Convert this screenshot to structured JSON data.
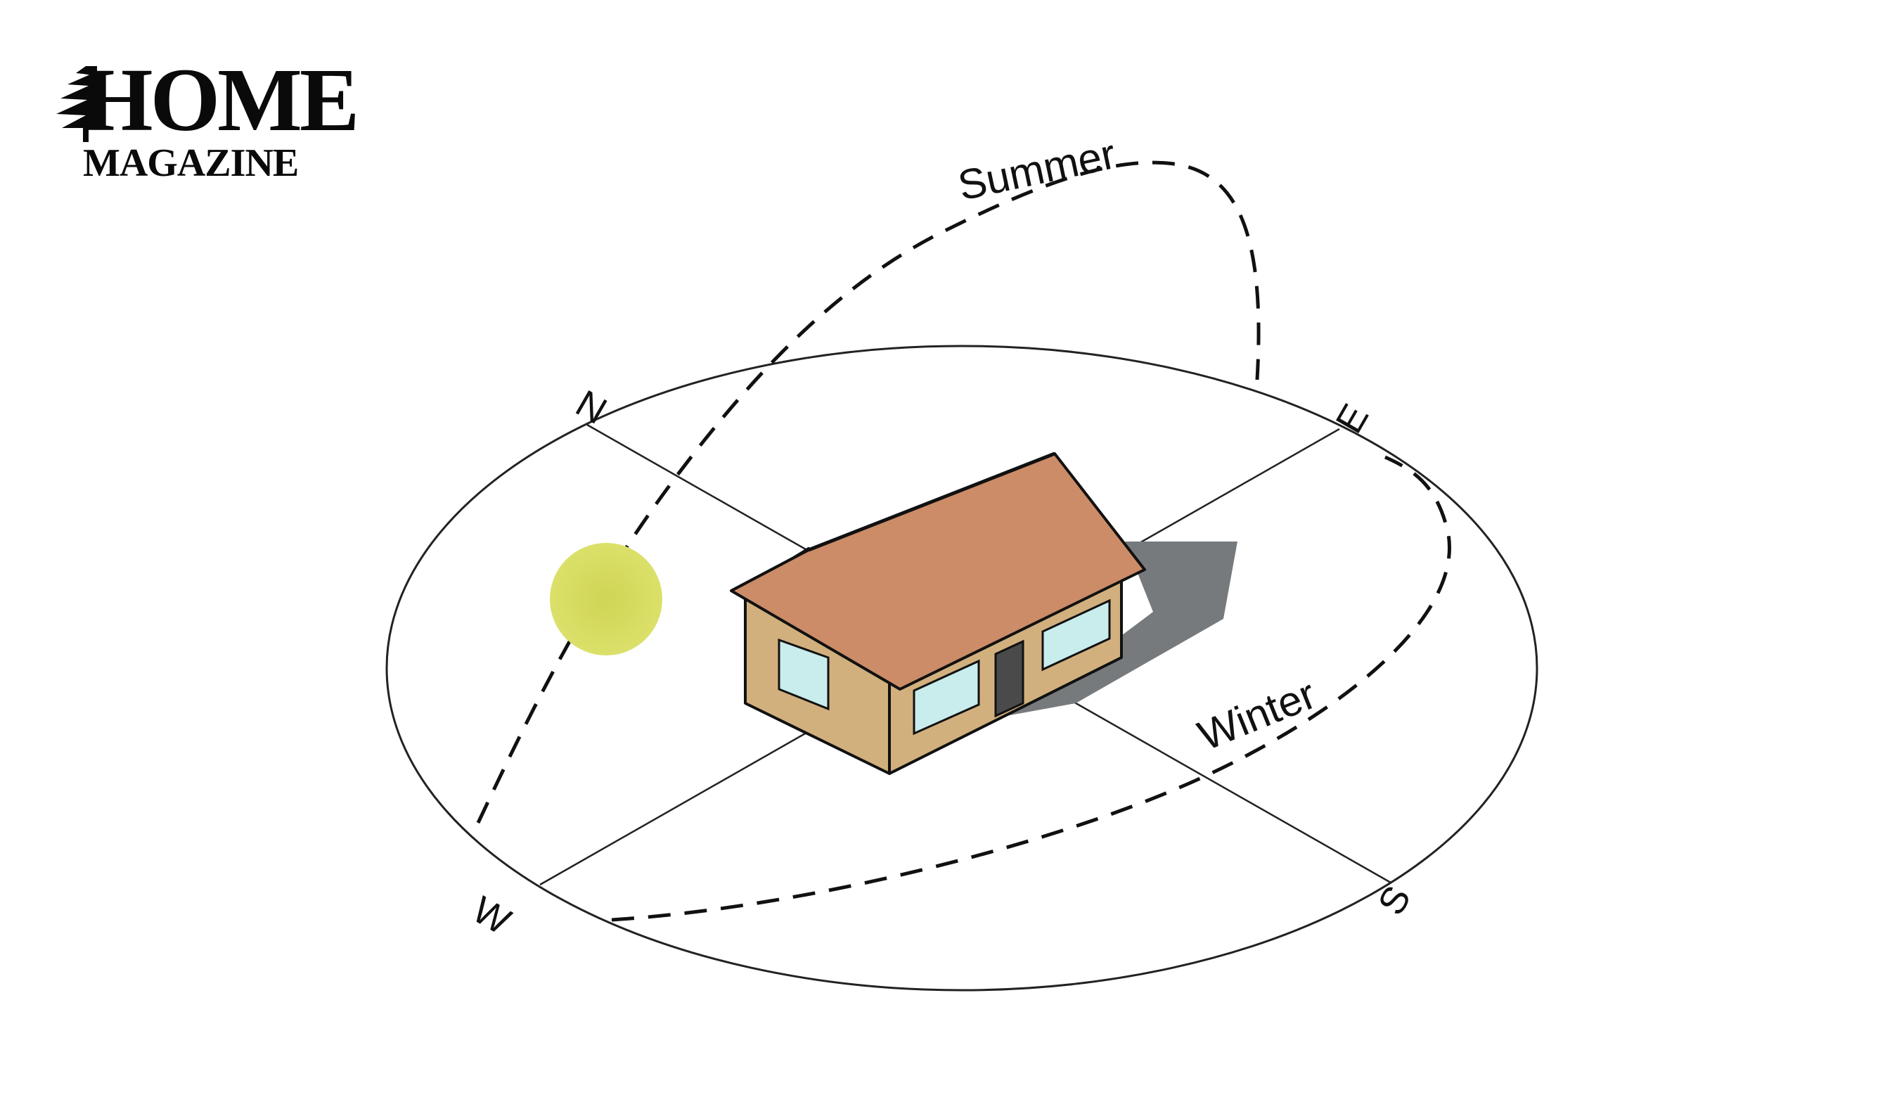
{
  "logo": {
    "line1": "HOME",
    "line2": "MAGAZINE"
  },
  "compass": {
    "north": "N",
    "east": "E",
    "south": "S",
    "west": "W"
  },
  "paths": {
    "summer": "Summer",
    "winter": "Winter"
  },
  "colors": {
    "sun": "#d4dc5c",
    "roof": "#cc8c68",
    "wall": "#d2b07e",
    "shadow": "#777a7c",
    "window": "#c9ecec",
    "door": "#4a4a4a"
  },
  "icons": {
    "logo_mark": "cedar-tree-icon",
    "sun": "sun-icon",
    "house": "house-icon"
  }
}
